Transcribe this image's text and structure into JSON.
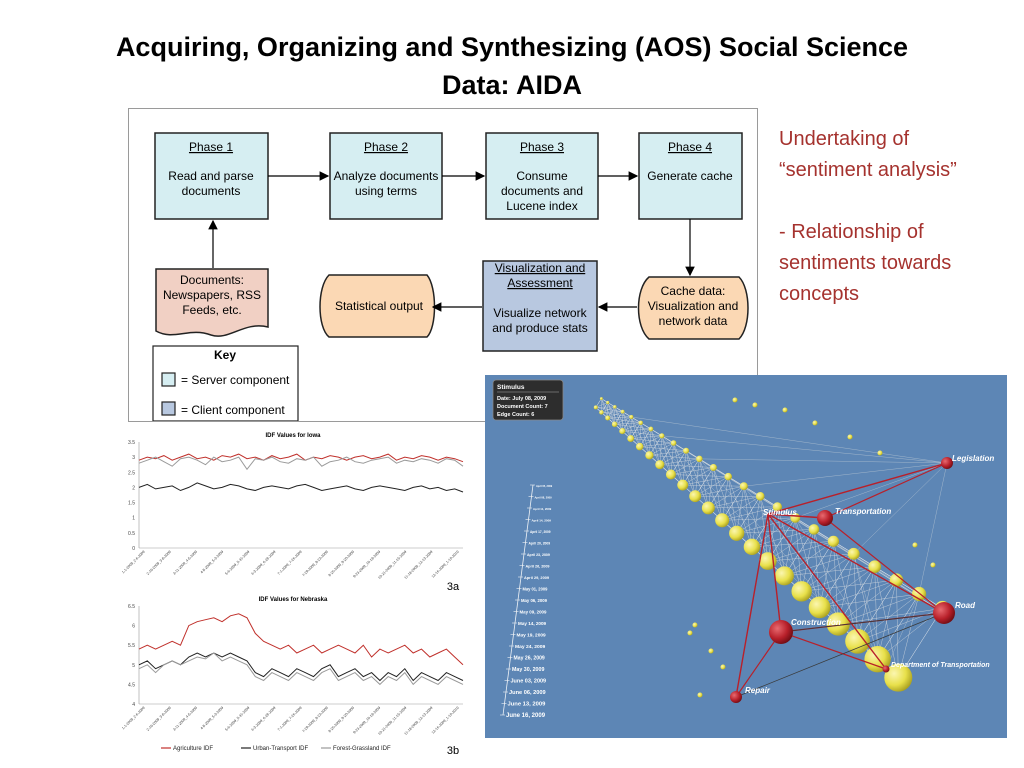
{
  "slide": {
    "title_line1": "Acquiring, Organizing and Synthesizing (AOS) Social Science",
    "title_line2": "Data: AIDA",
    "side_para1_line1": "Undertaking of",
    "side_para1_line2": "“sentiment analysis”",
    "side_para2_line1": "- Relationship of",
    "side_para2_line2": "sentiments towards",
    "side_para2_line3": "concepts"
  },
  "flow": {
    "phase1": {
      "title": "Phase 1",
      "line1": "Read and parse",
      "line2": "documents"
    },
    "phase2": {
      "title": "Phase 2",
      "line1": "Analyze documents",
      "line2": "using terms"
    },
    "phase3": {
      "title": "Phase 3",
      "line1": "Consume",
      "line2": "documents and",
      "line3": "Lucene index"
    },
    "phase4": {
      "title": "Phase 4",
      "line1": "Generate cache"
    },
    "documents": {
      "line1": "Documents:",
      "line2": "Newspapers, RSS",
      "line3": "Feeds, etc."
    },
    "visualization": {
      "title1": "Visualization and",
      "title2": "Assessment",
      "line1": "Visualize network",
      "line2": "and produce stats"
    },
    "cache": {
      "line1": "Cache data:",
      "line2": "Visualization and",
      "line3": "network data"
    },
    "stat_output": "Statistical output",
    "key": {
      "title": "Key",
      "server": "= Server component",
      "client": "= Client component"
    },
    "colors": {
      "server": "#d6eef2",
      "client": "#b8c8e0",
      "documents": "#f1d0c4",
      "cache": "#fbd8b4",
      "stat": "#fbd8b4"
    }
  },
  "chart_data": [
    {
      "type": "line",
      "title": "IDF Values for Iowa",
      "yticks": [
        "3.5",
        "3",
        "2.5",
        "2",
        "1.5",
        "1",
        "0.5",
        "0"
      ],
      "ylim": [
        0,
        3.5
      ],
      "figure_label": "3a",
      "xticklabels": [
        "1-1-2009_2-6-2009",
        "2-10-2009_3-8-2009",
        "3-11-2009_4-5-2009",
        "4-8-2009_5-3-2009",
        "5-6-2009_5-31-2009",
        "6-3-2009_6-28-2009",
        "7-1-2009_7-26-2009",
        "7-29-2009_8-23-2009",
        "8-26-2009_9-20-2009",
        "9-23-2009_10-18-2009",
        "10-21-2009_11-15-2009",
        "11-18-2009_12-13-2009",
        "12-16-2009_1-10-2010"
      ],
      "series": [
        {
          "color": "#c0302b",
          "values": [
            2.9,
            3.0,
            2.95,
            3.05,
            2.9,
            3.0,
            3.1,
            2.95,
            3.0,
            2.9,
            3.05,
            3.0,
            3.1,
            2.95,
            3.0,
            2.9,
            3.05,
            2.95,
            3.0,
            3.1,
            2.9,
            3.0,
            2.95,
            3.05,
            3.0,
            2.9,
            3.0,
            3.05,
            2.95,
            3.0,
            3.1,
            2.9,
            3.0,
            2.95,
            3.05,
            3.0,
            2.9,
            3.0,
            2.95,
            2.85
          ]
        },
        {
          "color": "#9a9a9a",
          "values": [
            2.8,
            2.9,
            3.0,
            2.85,
            2.7,
            2.95,
            3.0,
            2.9,
            2.75,
            3.0,
            2.85,
            2.9,
            3.0,
            2.6,
            2.95,
            2.9,
            3.0,
            2.85,
            2.8,
            2.95,
            2.9,
            3.0,
            2.7,
            2.85,
            2.9,
            3.0,
            2.85,
            2.8,
            2.9,
            2.95,
            3.0,
            2.8,
            2.9,
            2.85,
            2.95,
            2.9,
            2.8,
            2.95,
            2.9,
            2.7
          ]
        },
        {
          "color": "#222222",
          "values": [
            2.0,
            2.1,
            1.95,
            2.0,
            2.05,
            1.9,
            2.0,
            2.15,
            2.05,
            1.95,
            2.0,
            2.1,
            2.05,
            1.95,
            1.9,
            2.0,
            2.05,
            2.0,
            1.95,
            2.05,
            2.1,
            2.0,
            1.9,
            1.95,
            2.0,
            2.05,
            1.95,
            1.9,
            2.0,
            2.05,
            2.0,
            1.95,
            1.9,
            2.0,
            2.05,
            1.95,
            2.0,
            1.9,
            1.95,
            1.85
          ]
        }
      ]
    },
    {
      "type": "line",
      "title": "IDF Values for Nebraska",
      "yticks": [
        "6.5",
        "6",
        "5.5",
        "5",
        "4.5",
        "4"
      ],
      "ylim": [
        4,
        6.5
      ],
      "figure_label": "3b",
      "xticklabels": [
        "1-1-2009_2-6-2009",
        "2-10-2009_3-8-2009",
        "3-11-2009_4-5-2009",
        "4-8-2009_5-3-2009",
        "5-6-2009_5-31-2009",
        "6-3-2009_6-28-2009",
        "7-1-2009_7-26-2009",
        "7-29-2009_8-23-2009",
        "8-26-2009_9-20-2009",
        "9-23-2009_10-18-2009",
        "10-21-2009_11-15-2009",
        "11-18-2009_12-13-2009",
        "12-16-2009_1-10-2010"
      ],
      "series": [
        {
          "name": "Agriculture IDF",
          "color": "#c0302b",
          "values": [
            5.4,
            5.5,
            5.4,
            5.5,
            5.6,
            5.5,
            6.0,
            6.1,
            6.15,
            6.2,
            6.1,
            6.25,
            6.3,
            6.2,
            5.8,
            5.6,
            5.5,
            5.4,
            5.5,
            5.3,
            5.4,
            5.5,
            5.3,
            5.4,
            5.5,
            5.4,
            5.3,
            5.5,
            5.2,
            5.4,
            5.3,
            5.4,
            5.5,
            5.3,
            5.4,
            5.2,
            5.3,
            5.4,
            5.2,
            5.0
          ]
        },
        {
          "name": "Urban-Transport IDF",
          "color": "#222222",
          "values": [
            5.0,
            5.1,
            4.9,
            5.0,
            5.1,
            5.0,
            5.2,
            5.3,
            5.2,
            5.3,
            5.2,
            5.3,
            5.2,
            5.1,
            4.8,
            4.7,
            4.9,
            4.8,
            4.7,
            4.9,
            4.8,
            4.7,
            4.9,
            5.0,
            4.7,
            4.8,
            4.9,
            4.7,
            4.8,
            4.6,
            4.8,
            4.7,
            4.9,
            4.6,
            4.8,
            4.7,
            4.6,
            4.8,
            4.7,
            4.6
          ]
        },
        {
          "name": "Forest-Grassland IDF",
          "color": "#9a9a9a",
          "values": [
            4.9,
            5.0,
            4.8,
            5.0,
            5.1,
            5.0,
            5.1,
            5.2,
            5.15,
            5.3,
            5.1,
            5.2,
            5.1,
            5.0,
            4.7,
            4.6,
            4.8,
            4.7,
            4.6,
            4.8,
            4.7,
            4.6,
            4.8,
            4.9,
            4.6,
            4.7,
            4.8,
            4.6,
            4.7,
            4.5,
            4.7,
            4.6,
            4.8,
            4.5,
            4.7,
            4.6,
            4.5,
            4.7,
            4.6,
            4.5
          ]
        }
      ]
    }
  ],
  "network": {
    "info_title": "Stimulus",
    "info_date": "Date: July 08, 2009",
    "info_doc_count": "Document Count: 7",
    "info_edge_count": "Edge Count: 6",
    "labels": {
      "stimulus": "Stimulus",
      "transportation": "Transportation",
      "legislation": "Legislation",
      "construction": "Construction",
      "road": "Road",
      "department": "Department of Transportation",
      "repair": "Repair"
    },
    "timeline_dates": [
      "June 16, 2009",
      "June 13, 2009",
      "June 06, 2009",
      "June 03, 2009",
      "May 30, 2009",
      "May 26, 2009",
      "May 24, 2009",
      "May 19, 2009",
      "May 14, 2009",
      "May 09, 2009",
      "May 06, 2009",
      "May 01, 2009",
      "April 29, 2009",
      "April 26, 2009",
      "April 23, 2009",
      "April 20, 2009",
      "April 17, 2009",
      "April 14, 2009",
      "April 11, 2009",
      "April 08, 2009",
      "April 05, 2009"
    ],
    "colors": {
      "background": "#5d86b5",
      "node": "#e8e04a",
      "highlight": "#b8202a"
    }
  }
}
